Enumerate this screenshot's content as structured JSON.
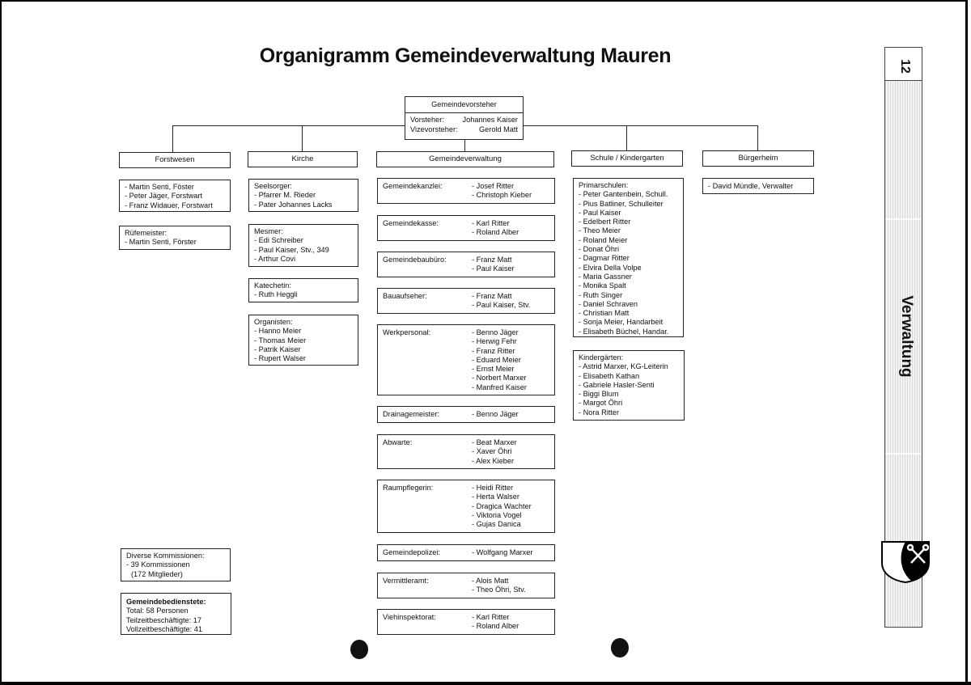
{
  "title": "Organigramm Gemeindeverwaltung Mauren",
  "side_tab": {
    "page_number": "12",
    "section": "Verwaltung",
    "crest_icon": "mauren-crest-icon"
  },
  "root": {
    "title": "Gemeindevorsteher",
    "rows": [
      {
        "role": "Vorsteher:",
        "name": "Johannes Kaiser"
      },
      {
        "role": "Vizevorsteher:",
        "name": "Gerold Matt"
      }
    ]
  },
  "branches": {
    "forstwesen": "Forstwesen",
    "kirche": "Kirche",
    "gemeindeverwaltung": "Gemeindeverwaltung",
    "schule": "Schule / Kindergarten",
    "buergerheim": "Bürgerheim"
  },
  "forst_boxes": [
    [
      "- Martin Senti, Föster",
      "- Peter Jäger, Forstwart",
      "- Franz Widauer, Forstwart"
    ],
    [
      "Rüfemeister:",
      "- Martin Senti, Förster"
    ]
  ],
  "kirche_boxes": [
    [
      "Seelsorger:",
      "- Pfarrer M. Rieder",
      "- Pater Johannes Lacks"
    ],
    [
      "Mesmer:",
      "- Edi Schreiber",
      "- Paul Kaiser, Stv., 349",
      "- Arthur Covi"
    ],
    [
      "Katechetin:",
      "- Ruth Heggli"
    ],
    [
      "Organisten:",
      "- Hanno Meier",
      "- Thomas Meier",
      "- Patrik Kaiser",
      "- Rupert Walser"
    ]
  ],
  "departments": [
    {
      "label": "Gemeindekanzlei:",
      "members": [
        "- Josef Ritter",
        "- Christoph Kieber"
      ]
    },
    {
      "label": "Gemeindekasse:",
      "members": [
        "- Karl Ritter",
        "- Roland Alber"
      ]
    },
    {
      "label": "Gemeindebaubüro:",
      "members": [
        "- Franz Matt",
        "- Paul Kaiser"
      ]
    },
    {
      "label": "Bauaufseher:",
      "members": [
        "- Franz Matt",
        "- Paul Kaiser, Stv."
      ]
    },
    {
      "label": "Werkpersonal:",
      "members": [
        "- Benno Jäger",
        "- Herwig Fehr",
        "- Franz Ritter",
        "- Eduard Meier",
        "- Ernst Meier",
        "- Norbert Marxer",
        "- Manfred Kaiser"
      ]
    },
    {
      "label": "Drainagemeister:",
      "members": [
        "- Benno Jäger"
      ]
    },
    {
      "label": "Abwarte:",
      "members": [
        "- Beat Marxer",
        "- Xaver Öhri",
        "- Alex Kieber"
      ]
    },
    {
      "label": "Raumpflegerin:",
      "members": [
        "- Heidi Ritter",
        "- Herta Walser",
        "- Dragica Wachter",
        "- Viktoria Vogel",
        "- Gujas Danica"
      ]
    },
    {
      "label": "Gemeindepolizei:",
      "members": [
        "- Wolfgang Marxer"
      ]
    },
    {
      "label": "Vermittleramt:",
      "members": [
        "- Alois Matt",
        "- Theo Öhri, Stv."
      ]
    },
    {
      "label": "Viehinspektorat:",
      "members": [
        "- Karl Ritter",
        "- Roland Alber"
      ]
    }
  ],
  "schule_boxes": [
    [
      "Primarschulen:",
      "- Peter Gantenbein, Schull.",
      "- Pius Batliner, Schulleiter",
      "- Paul Kaiser",
      "- Edelbert Ritter",
      "- Theo Meier",
      "- Roland Meier",
      "- Donat Öhri",
      "- Dagmar Ritter",
      "- Elvira Della Volpe",
      "- Maria Gassner",
      "- Monika Spalt",
      "- Ruth Singer",
      "- Daniel Schraven",
      "- Christian Matt",
      "- Sonja Meier, Handarbeit",
      "- Elisabeth Büchel, Handar."
    ],
    [
      "Kindergärten:",
      "- Astrid Marxer, KG-Leiterin",
      "- Elisabeth Kathan",
      "- Gabriele Hasler-Senti",
      "- Biggi Blum",
      "- Margot Öhri",
      "- Nora Ritter"
    ]
  ],
  "buergerheim_boxes": [
    [
      "- David Mündle, Verwalter"
    ]
  ],
  "kommissionen": [
    "Diverse Kommissionen:",
    "- 39 Kommissionen",
    "  (172 Mitglieder)"
  ],
  "bedienstete": {
    "heading": "Gemeindebedienstete:",
    "lines": [
      "Total: 58 Personen",
      "Teilzeitbeschäftigte: 17",
      "Vollzeitbeschäftigte: 41"
    ]
  }
}
